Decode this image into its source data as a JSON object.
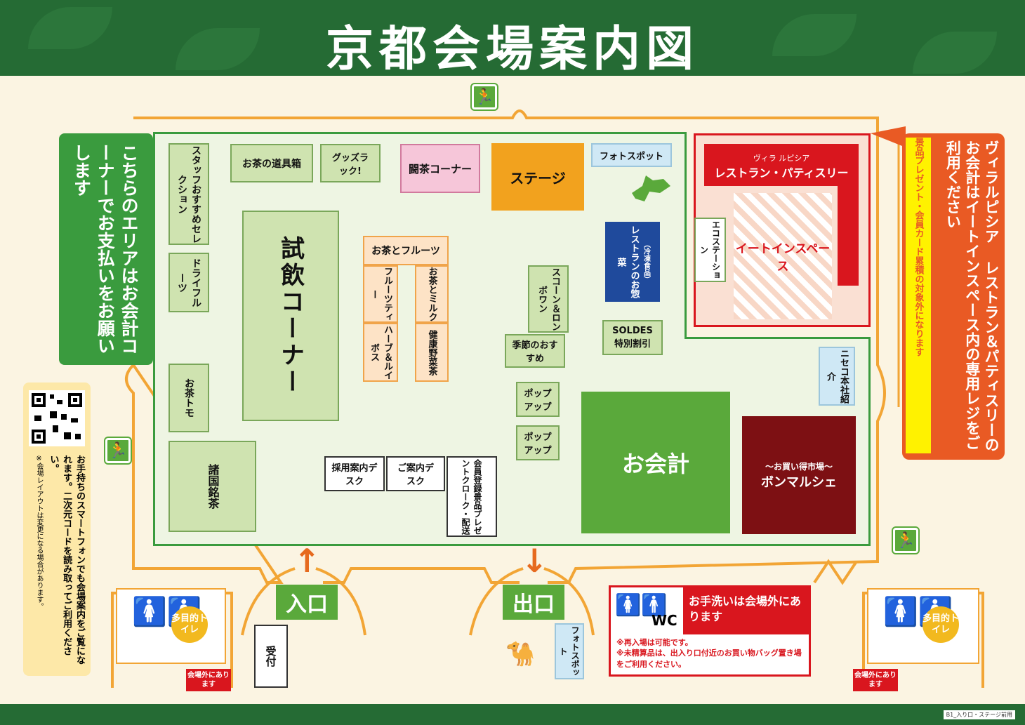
{
  "title": "京都会場案内図",
  "footer_code": "B1_入り口・ステージ前用",
  "notice_left": "こちらのエリアはお会計コーナーでお支払いをお願いします",
  "notice_right_main": "ヴィラルピシア レストラン＆パティスリーのお会計はイートインスペース内の専用レジをご利用ください",
  "notice_right_sub": "景品プレゼント・会員カード累積の対象外になります",
  "qr_text": "お手持ちのスマートフォンでも会場案内をご覧になれます。二次元コードを読み取ってご利用ください。",
  "qr_note": "※会場レイアウトは変更になる場合があります。",
  "booths": {
    "staff": "スタッフおすすめセレクション",
    "dry_fruit": "ドライフルーツ",
    "ocha_tomo": "お茶トモ",
    "shokoku": "諸国銘茶",
    "dougu": "お茶の道具箱",
    "goods": "グッズラック!",
    "tocha": "闘茶コーナー",
    "stage": "ステージ",
    "photo_top": "フォトスポット",
    "shiin": "試飲コーナー",
    "fruits_head": "お茶とフルーツ",
    "fruit_tea": "フルーツティー",
    "milk": "お茶とミルク",
    "herb": "ハーブ＆ルイボス",
    "kenko": "健康野菜茶",
    "restaurant_sozai": "レストランのお惣菜",
    "reito": "（冷凍食品）",
    "scone": "スコーン＆ロンボワン",
    "kisetsu": "季節のおすすめ",
    "soldes_1": "SOLDES",
    "soldes_2": "特別割引",
    "popup1": "ポップアップ",
    "popup2": "ポップアップ",
    "kaikei": "お会計",
    "niseko": "ニセコ本社紹介",
    "bon_sub": "〜お買い得市場〜",
    "bon_main": "ボンマルシェ",
    "saiyo": "採用案内デスク",
    "annai": "ご案内デスク",
    "kaiin": "会員登録景品プレゼントクローク・配送",
    "villa_small": "ヴィラ ルピシア",
    "villa_main": "レストラン・パティスリー",
    "eco": "エコステーション",
    "eatin": "イートインスペース",
    "uketsuke": "受付",
    "photo_bottom": "フォトスポット"
  },
  "entrance": "入口",
  "exit": "出口",
  "wc_label": "WC",
  "wc_title": "お手洗いは会場外にあります",
  "wc_note1": "※再入場は可能です。",
  "wc_note2": "※未精算品は、出入り口付近のお買い物バッグ置き場をご利用ください。",
  "multi_toilet": "多目的トイレ",
  "outside_note": "会場外にあります",
  "colors": {
    "header_green": "#256b34",
    "venue_green": "#3a9b3e",
    "accent_orange": "#e95a24",
    "red": "#d9161e"
  }
}
